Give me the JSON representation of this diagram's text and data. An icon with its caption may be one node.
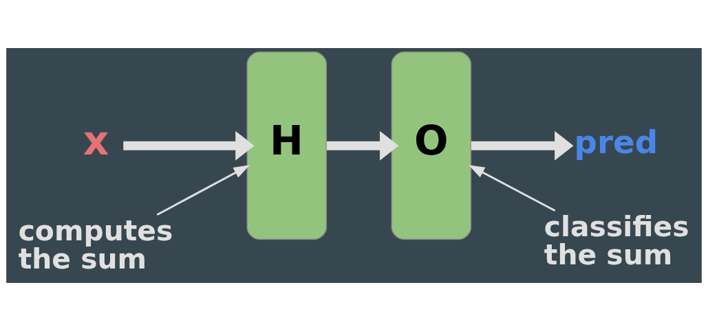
{
  "diagram": {
    "nodes": [
      {
        "text": [
          "x"
        ]
      },
      {
        "text": [
          "H"
        ]
      },
      {
        "text": [
          "O"
        ]
      },
      {
        "text": [
          "pred"
        ]
      },
      {
        "text": [
          "computes the sum"
        ]
      },
      {
        "text": [
          "classifies the sum"
        ]
      }
    ],
    "edges": [
      {
        "from": 0,
        "to": 1,
        "arrow": "to"
      },
      {
        "from": 1,
        "to": 2,
        "arrow": "to"
      },
      {
        "from": 2,
        "to": 3,
        "arrow": "to"
      },
      {
        "from": 4,
        "to": 1,
        "arrow": "to"
      },
      {
        "from": 5,
        "to": 2,
        "arrow": "to"
      }
    ]
  }
}
